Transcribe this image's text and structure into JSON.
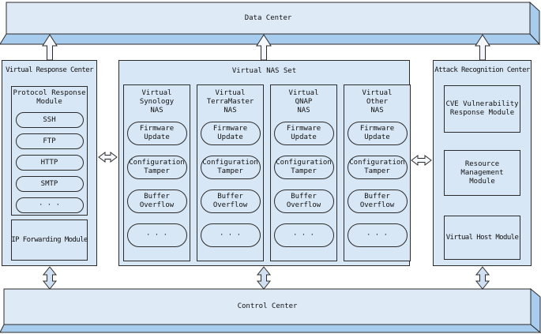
{
  "data_center": {
    "label": "Data Center"
  },
  "control_center": {
    "label": "Control Center"
  },
  "virtual_response_center": {
    "title": "Virtual Response Center",
    "protocol_response_module": {
      "title": "Protocol Response\nModule",
      "items": [
        "SSH",
        "FTP",
        "HTTP",
        "SMTP",
        "· · ·"
      ]
    },
    "ip_forwarding_module": {
      "label": "IP Forwarding Module"
    }
  },
  "virtual_nas_set": {
    "title": "Virtual NAS Set",
    "columns": [
      {
        "name": "Virtual\nSynology\nNAS",
        "attacks": [
          "Firmware\nUpdate",
          "Configuration\nTamper",
          "Buffer\nOverflow",
          "· · ·"
        ]
      },
      {
        "name": "Virtual\nTerraMaster\nNAS",
        "attacks": [
          "Firmware\nUpdate",
          "Configuration\nTamper",
          "Buffer\nOverflow",
          "· · ·"
        ]
      },
      {
        "name": "Virtual\nQNAP\nNAS",
        "attacks": [
          "Firmware\nUpdate",
          "Configuration\nTamper",
          "Buffer\nOverflow",
          "· · ·"
        ]
      },
      {
        "name": "Virtual\nOther\nNAS",
        "attacks": [
          "Firmware\nUpdate",
          "Configuration\nTamper",
          "Buffer\nOverflow",
          "· · ·"
        ]
      }
    ]
  },
  "attack_recognition_center": {
    "title": "Attack Recognition Center",
    "modules": [
      "CVE Vulnerability\nResponse Module",
      "Resource Management\nModule",
      "Virtual Host Module"
    ]
  },
  "colors": {
    "panel_fill": "#d8e7f6",
    "slab_front": "#dfeaf7",
    "slab_side": "#a8cced",
    "outline": "#2b2b2b",
    "arrow_fill_light": "#f4f8fc",
    "arrow_fill_blue": "#cfe0f2"
  }
}
